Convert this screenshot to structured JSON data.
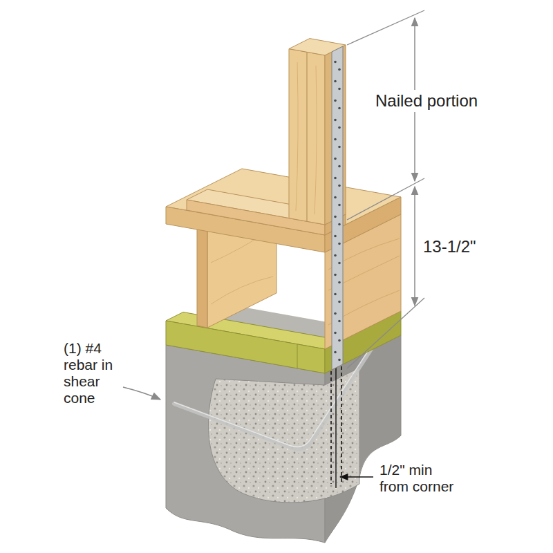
{
  "diagram": {
    "labels": [
      "Nailed portion",
      "13-1/2\"",
      "(1) #4 rebar in shear cone",
      "1/2\" min from corner"
    ]
  }
}
